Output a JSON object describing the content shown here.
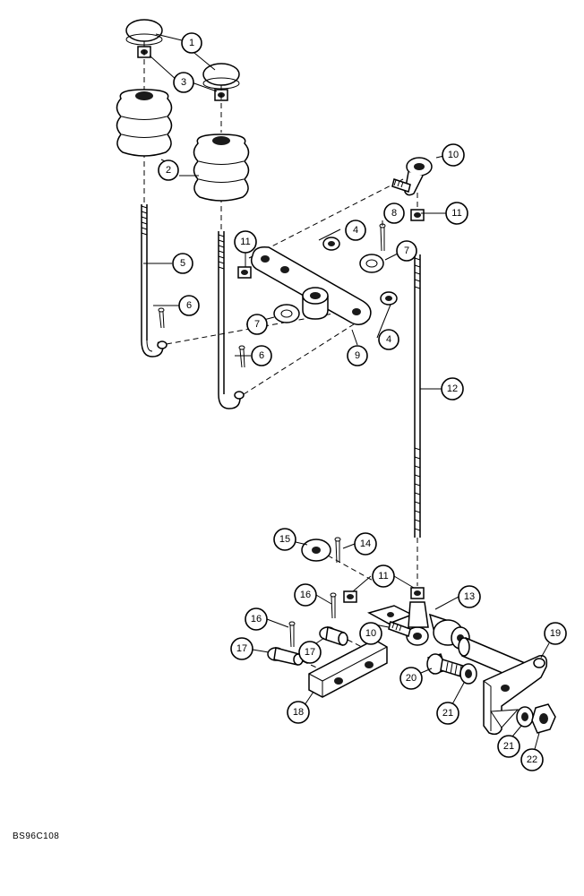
{
  "figure_ref": "BS96C108",
  "callouts": [
    "1",
    "1",
    "2",
    "2",
    "3",
    "3",
    "4",
    "4",
    "5",
    "6",
    "6",
    "7",
    "7",
    "8",
    "9",
    "10",
    "10",
    "11",
    "11",
    "11",
    "11",
    "12",
    "13",
    "14",
    "15",
    "16",
    "16",
    "17",
    "17",
    "18",
    "19",
    "20",
    "21",
    "21",
    "22"
  ]
}
